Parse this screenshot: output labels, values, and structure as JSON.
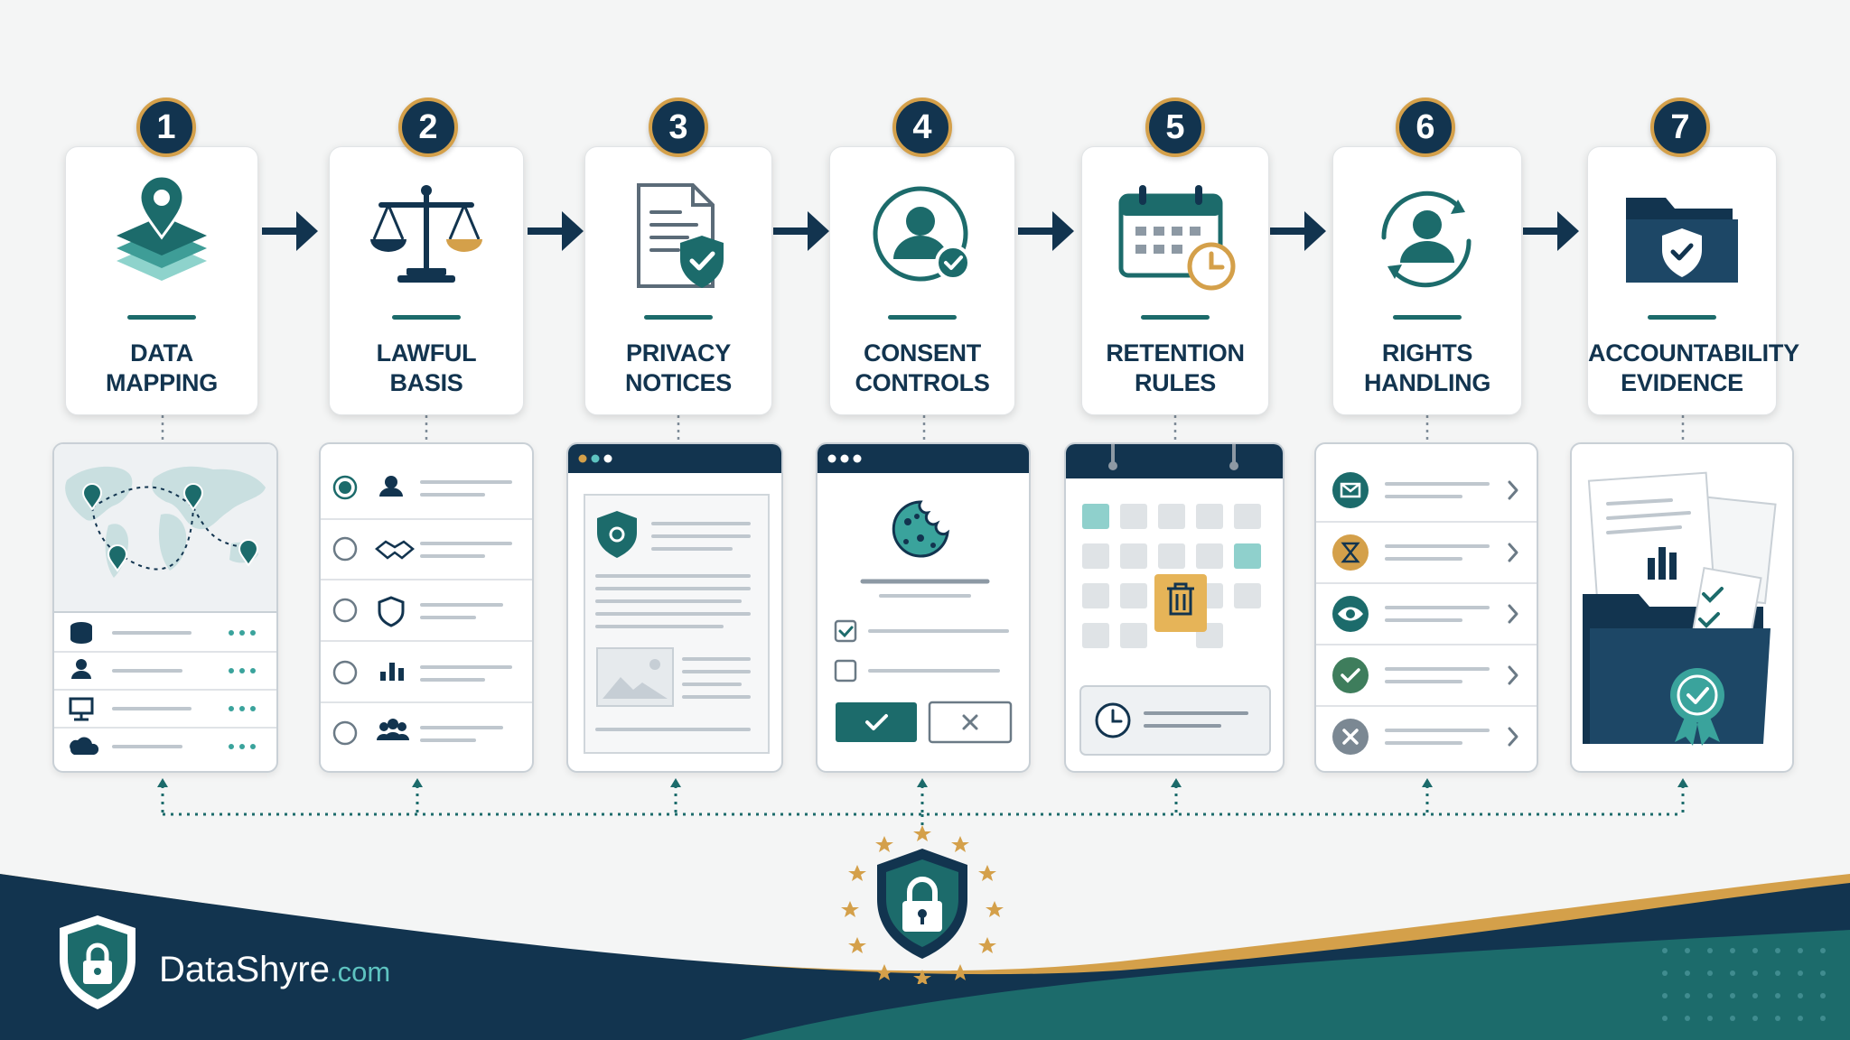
{
  "steps": [
    {
      "number": "1",
      "title_lines": [
        "DATA",
        "MAPPING"
      ],
      "icon": "map-pin-layers-icon",
      "panel": "world-map-data-inventory"
    },
    {
      "number": "2",
      "title_lines": [
        "LAWFUL",
        "BASIS"
      ],
      "icon": "scales-icon",
      "panel": "legal-basis-selector"
    },
    {
      "number": "3",
      "title_lines": [
        "PRIVACY",
        "NOTICES"
      ],
      "icon": "document-shield-icon",
      "panel": "privacy-notice-page"
    },
    {
      "number": "4",
      "title_lines": [
        "CONSENT",
        "CONTROLS"
      ],
      "icon": "user-check-icon",
      "panel": "cookie-consent-dialog"
    },
    {
      "number": "5",
      "title_lines": [
        "RETENTION",
        "RULES"
      ],
      "icon": "calendar-clock-icon",
      "panel": "retention-calendar"
    },
    {
      "number": "6",
      "title_lines": [
        "RIGHTS",
        "HANDLING"
      ],
      "icon": "user-cycle-icon",
      "panel": "request-list"
    },
    {
      "number": "7",
      "title_lines": [
        "ACCOUNTABILITY",
        "EVIDENCE"
      ],
      "icon": "folder-shield-icon",
      "panel": "evidence-folder"
    }
  ],
  "footer": {
    "brand_name": "DataShyre",
    "brand_domain": ".com",
    "emblem": "eu-stars-shield-lock-icon",
    "logo": "shield-lock-icon"
  },
  "colors": {
    "navy": "#12344f",
    "teal": "#1c6b6b",
    "gold": "#d4a04a",
    "light_teal": "#5ec3c0"
  }
}
